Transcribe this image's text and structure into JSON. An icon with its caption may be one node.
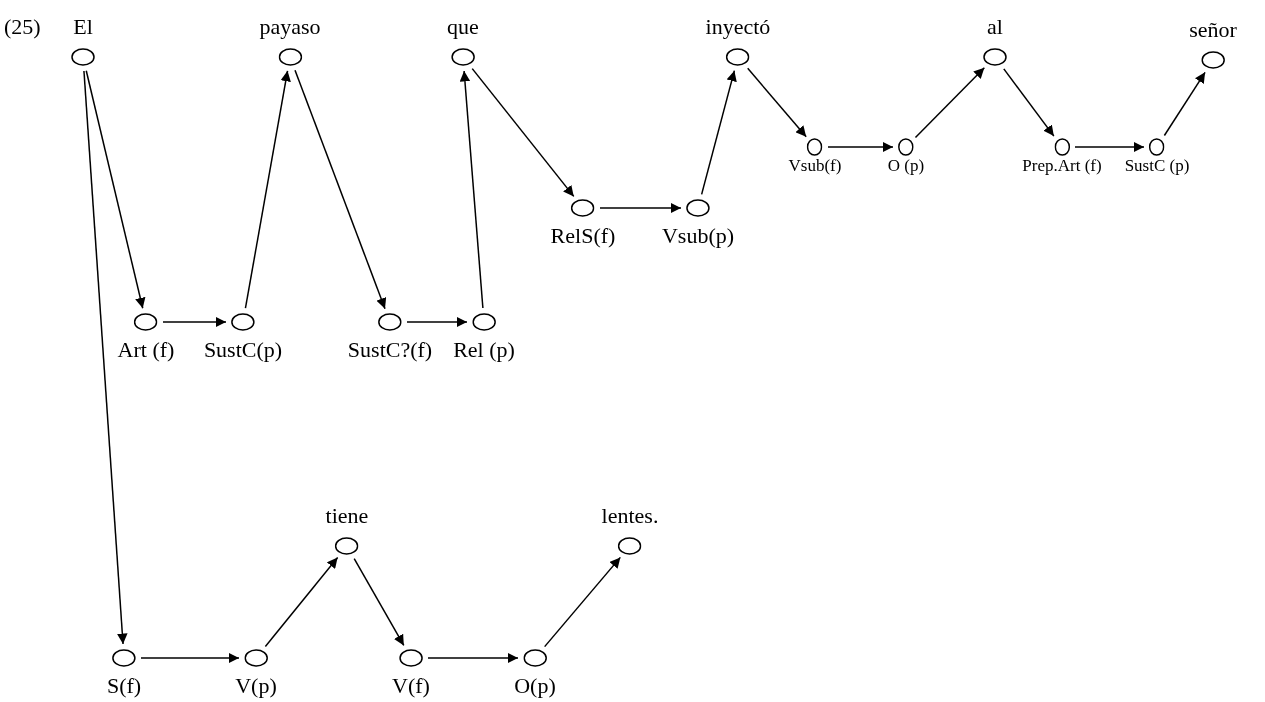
{
  "diagram": {
    "nodes": [
      {
        "text": [
          "El"
        ]
      },
      {
        "text": [
          "payaso"
        ]
      },
      {
        "text": [
          "que"
        ]
      },
      {
        "text": [
          "inyectó"
        ]
      },
      {
        "text": [
          "al"
        ]
      },
      {
        "text": [
          "señor"
        ]
      },
      {
        "text": [
          "Vsub(f)"
        ]
      },
      {
        "text": [
          "O (p)"
        ]
      },
      {
        "text": [
          "Prep.Art (f)"
        ]
      },
      {
        "text": [
          "SustC (p)"
        ]
      },
      {
        "text": [
          "RelS(f)"
        ]
      },
      {
        "text": [
          "Vsub(p)"
        ]
      },
      {
        "text": [
          "Art (f)"
        ]
      },
      {
        "text": [
          "SustC(p)"
        ]
      },
      {
        "text": [
          "SustC?(f)"
        ]
      },
      {
        "text": [
          "Rel (p)"
        ]
      },
      {
        "text": [
          "tiene"
        ]
      },
      {
        "text": [
          "lentes."
        ]
      },
      {
        "text": [
          "S(f)"
        ]
      },
      {
        "text": [
          "V(p)"
        ]
      },
      {
        "text": [
          "V(f)"
        ]
      },
      {
        "text": [
          "O(p)"
        ]
      }
    ],
    "edges": [
      {
        "from": 0,
        "to": 12,
        "arrow": "to"
      },
      {
        "from": 0,
        "to": 18,
        "arrow": "to"
      },
      {
        "from": 12,
        "to": 13,
        "arrow": "to"
      },
      {
        "from": 13,
        "to": 1,
        "arrow": "to"
      },
      {
        "from": 1,
        "to": 14,
        "arrow": "to"
      },
      {
        "from": 14,
        "to": 15,
        "arrow": "to"
      },
      {
        "from": 15,
        "to": 2,
        "arrow": "to"
      },
      {
        "from": 2,
        "to": 10,
        "arrow": "to"
      },
      {
        "from": 10,
        "to": 11,
        "arrow": "to"
      },
      {
        "from": 11,
        "to": 3,
        "arrow": "to"
      },
      {
        "from": 3,
        "to": 6,
        "arrow": "to"
      },
      {
        "from": 6,
        "to": 7,
        "arrow": "to"
      },
      {
        "from": 7,
        "to": 4,
        "arrow": "to"
      },
      {
        "from": 4,
        "to": 8,
        "arrow": "to"
      },
      {
        "from": 8,
        "to": 9,
        "arrow": "to"
      },
      {
        "from": 9,
        "to": 5,
        "arrow": "to"
      },
      {
        "from": 18,
        "to": 19,
        "arrow": "to"
      },
      {
        "from": 19,
        "to": 16,
        "arrow": "to"
      },
      {
        "from": 16,
        "to": 20,
        "arrow": "to"
      },
      {
        "from": 20,
        "to": 21,
        "arrow": "to"
      },
      {
        "from": 21,
        "to": 17,
        "arrow": "to"
      }
    ],
    "labels": [
      "(25)"
    ]
  }
}
